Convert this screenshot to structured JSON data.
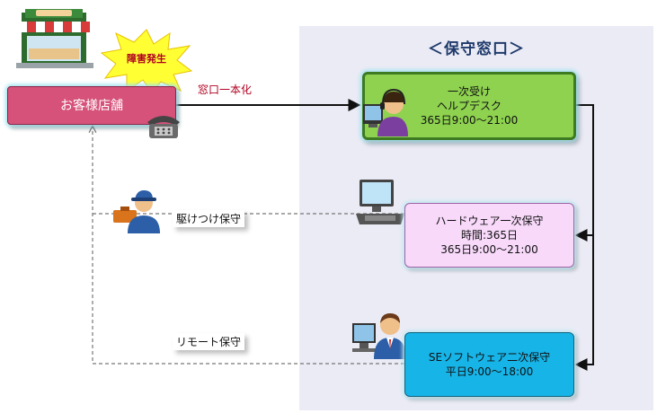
{
  "panel": {
    "title": "＜保守窓口＞"
  },
  "customer": {
    "label": "お客様店舗"
  },
  "incident": {
    "label": "障害発生"
  },
  "connections": {
    "single_window": "窓口一本化",
    "onsite": "駆けつけ保守",
    "remote": "リモート保守"
  },
  "helpdesk": {
    "lines": [
      "一次受け",
      "ヘルプデスク",
      "365日9:00～21:00"
    ]
  },
  "hardware": {
    "lines": [
      "ハードウェア一次保守",
      "時間:365日",
      "365日9:00～21:00"
    ]
  },
  "software": {
    "lines": [
      "SEソフトウェア二次保守",
      "平日9:00～18:00"
    ]
  },
  "colors": {
    "customer": "#d6527a",
    "helpdesk": "#8ed24f",
    "hardware": "#f8d9fa",
    "software": "#17b4e8",
    "panel": "#ebebf5",
    "accent_text": "#b00020"
  }
}
